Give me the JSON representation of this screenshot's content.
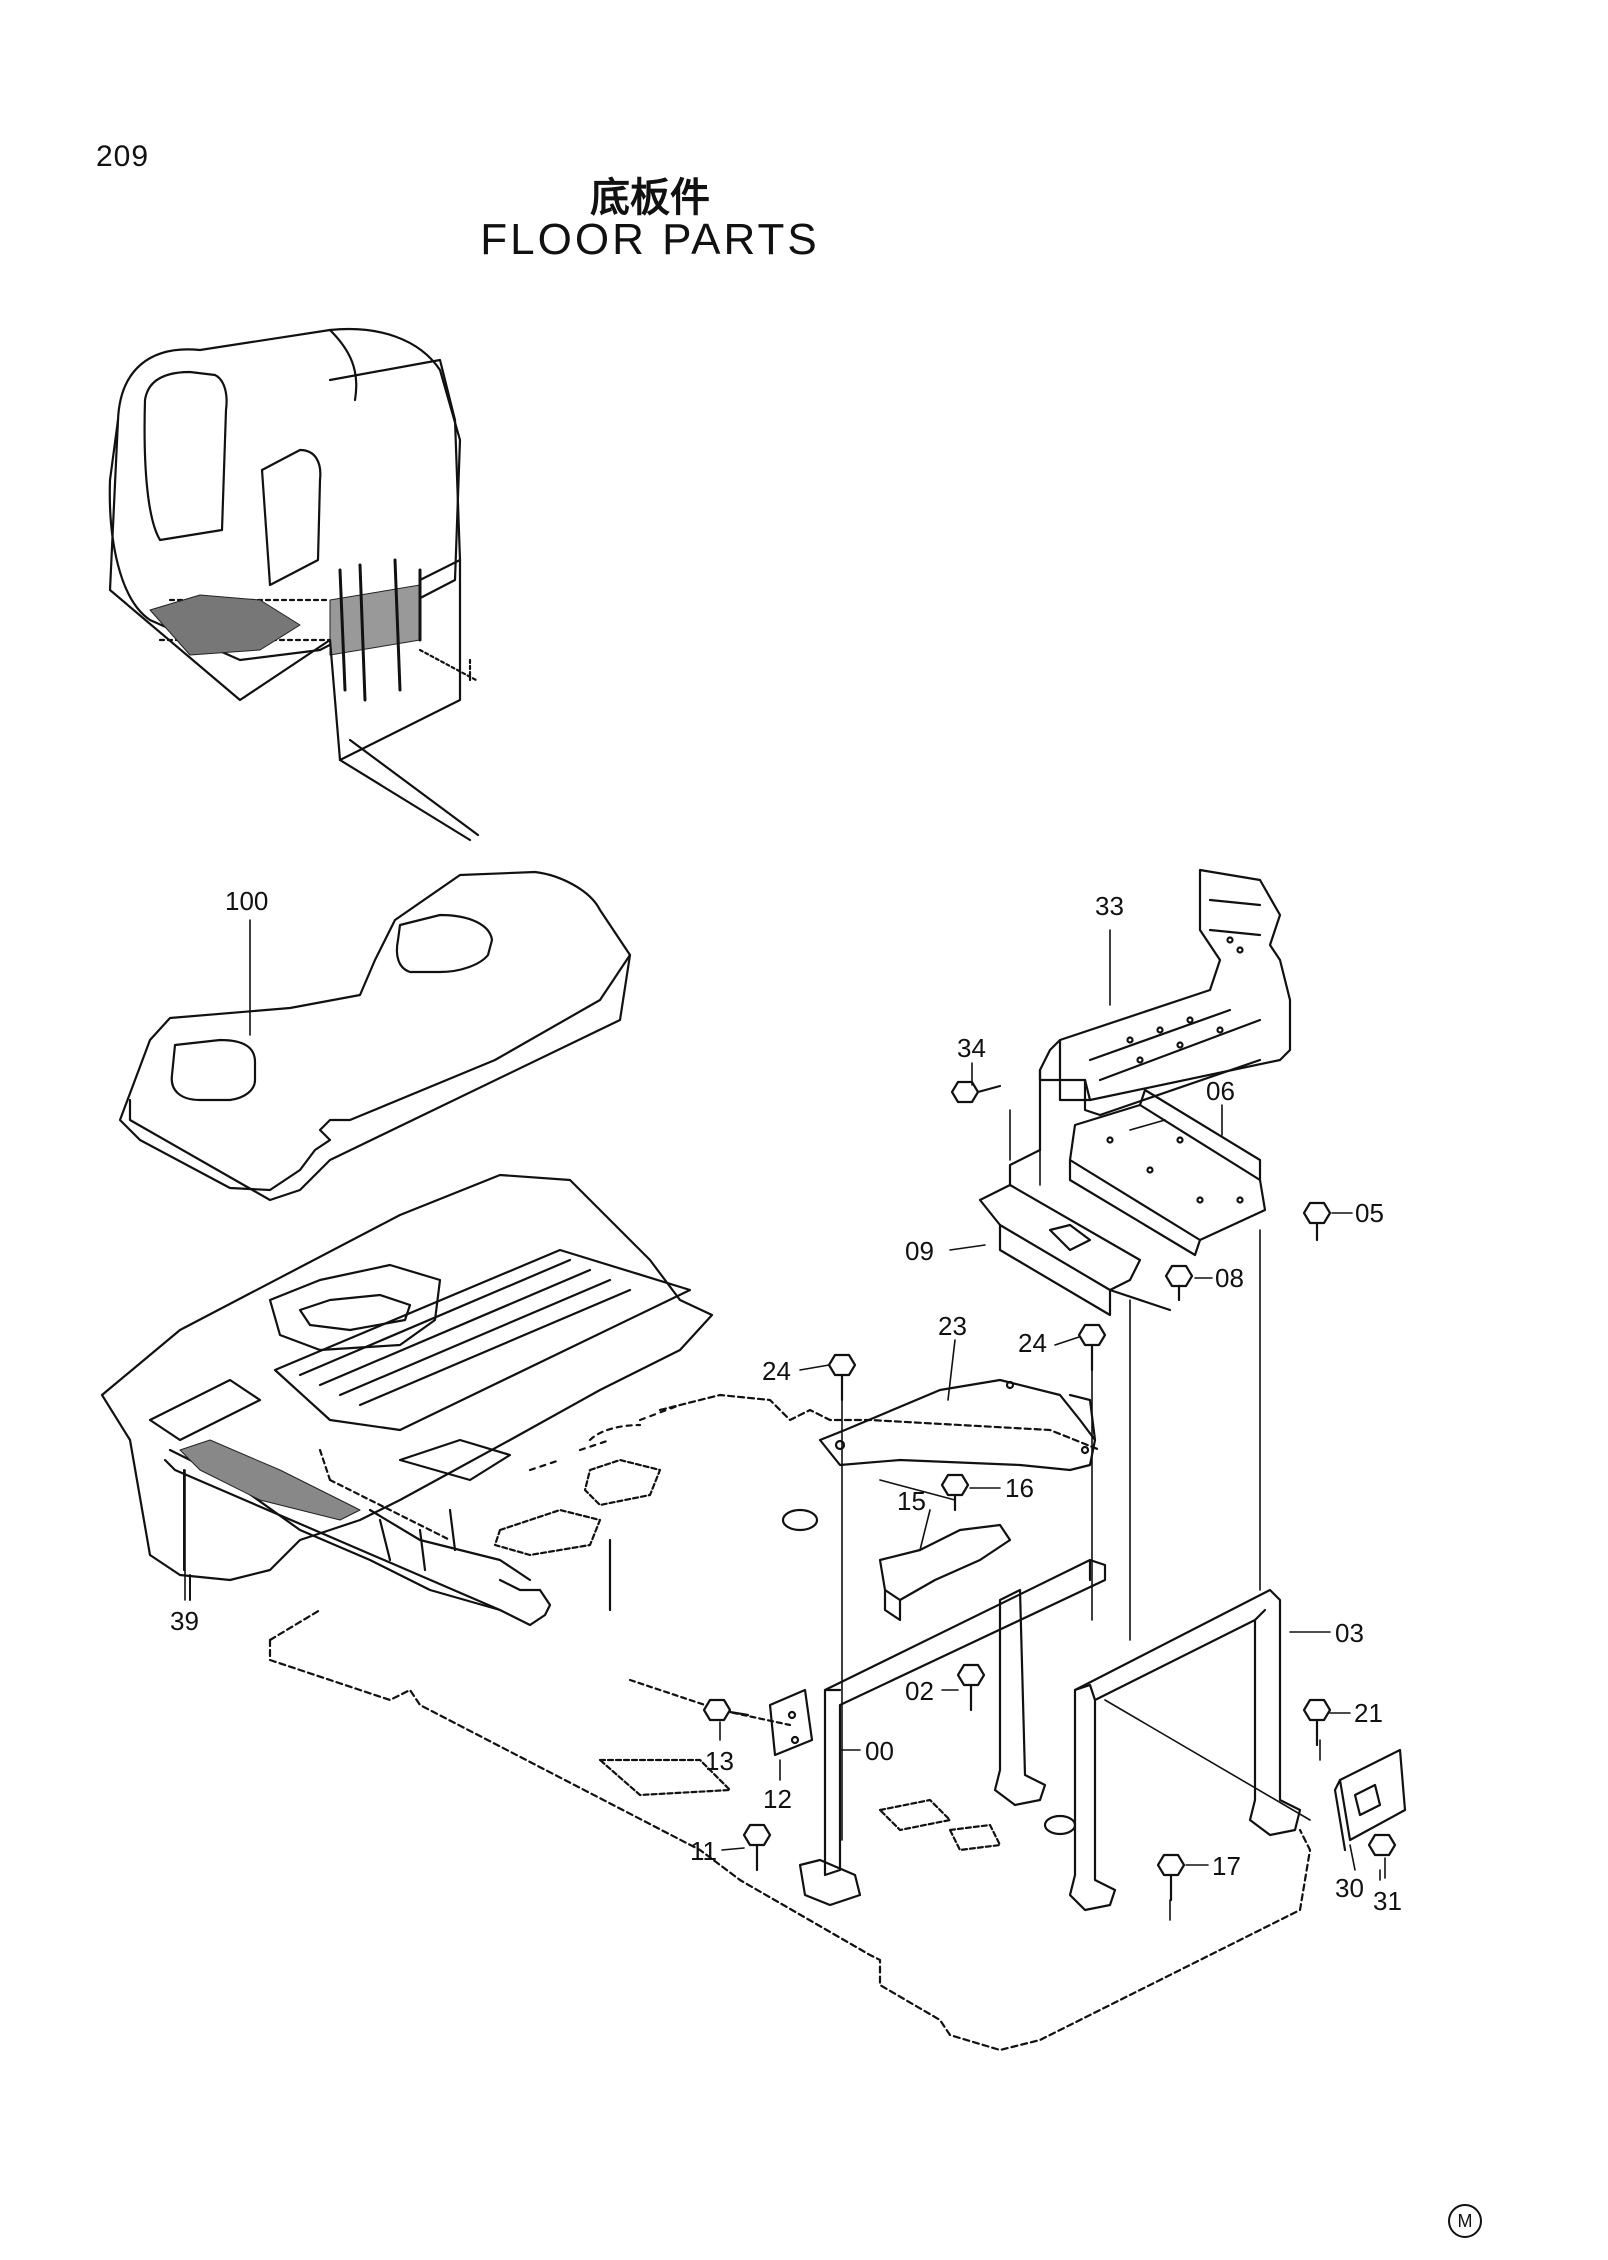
{
  "page_number": "209",
  "title_cn": "底板件",
  "title_en": "FLOOR  PARTS",
  "callouts": {
    "p100": "100",
    "p39": "39",
    "p33": "33",
    "p34": "34",
    "p06": "06",
    "p05": "05",
    "p09": "09",
    "p08": "08",
    "p23": "23",
    "p24a": "24",
    "p24b": "24",
    "p15": "15",
    "p16": "16",
    "p03": "03",
    "p02": "02",
    "p21": "21",
    "p13": "13",
    "p12": "12",
    "p00": "00",
    "p11": "11",
    "p17": "17",
    "p30": "30",
    "p31": "31"
  },
  "corner_mark": "M"
}
